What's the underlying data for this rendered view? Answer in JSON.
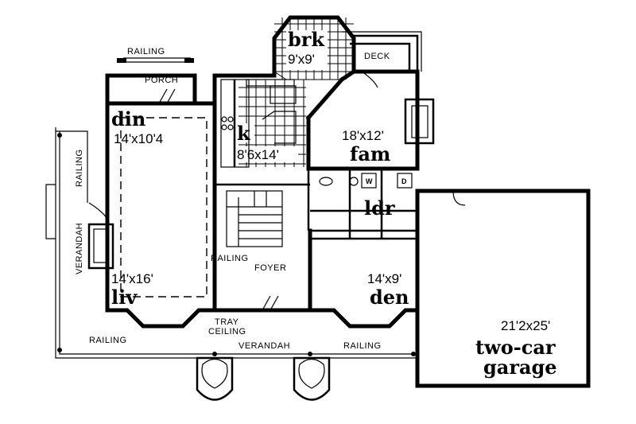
{
  "rooms": {
    "brk": {
      "name": "brk",
      "size": "9'x9'"
    },
    "deck": {
      "name": "DECK"
    },
    "din": {
      "name": "din",
      "size": "14'x10'4"
    },
    "kitchen": {
      "name": "k",
      "size": "8'6x14'"
    },
    "fam": {
      "name": "fam",
      "size": "18'x12'"
    },
    "ldr": {
      "name": "ldr",
      "washer": "W",
      "dryer": "D"
    },
    "liv": {
      "name": "liv",
      "size": "14'x16'"
    },
    "den": {
      "name": "den",
      "size": "14'x9'"
    },
    "garage": {
      "name": "two-car garage",
      "line1": "two-car",
      "line2": "garage",
      "size": "21'2x25'"
    },
    "porch": {
      "name": "PORCH"
    },
    "foyer": {
      "name": "FOYER"
    }
  },
  "labels": {
    "railing_top": "RAILING",
    "railing_left": "RAILING",
    "railing_stair": "RAILING",
    "railing_bottom_left": "RAILING",
    "railing_bottom_right": "RAILING",
    "verandah_left": "VERANDAH",
    "verandah_bottom": "VERANDAH",
    "tray_ceiling_1": "TRAY",
    "tray_ceiling_2": "CEILING"
  }
}
